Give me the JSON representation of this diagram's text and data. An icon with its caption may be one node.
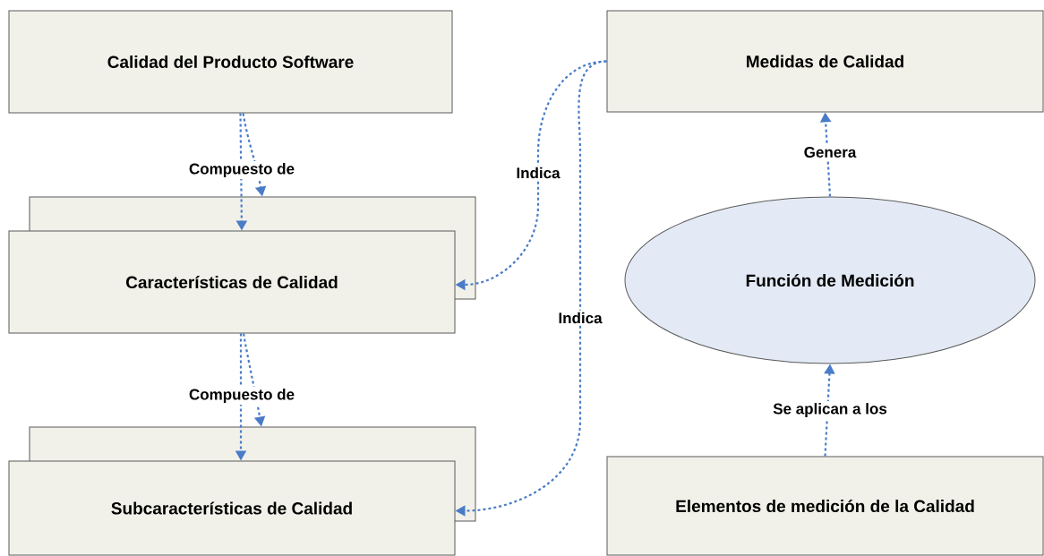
{
  "diagram": {
    "nodes": [
      {
        "text": [
          "Calidad del Producto Software"
        ]
      },
      {
        "text": [
          "Características de Calidad"
        ]
      },
      {
        "text": [
          "Subcaracterísticas de Calidad"
        ]
      },
      {
        "text": [
          "Medidas de Calidad"
        ]
      },
      {
        "text": [
          "Función de Medición"
        ]
      },
      {
        "text": [
          "Elementos de medición de la Calidad"
        ]
      }
    ],
    "edges": [
      {
        "from": 0,
        "to": 1,
        "arrow": "to",
        "label": "Compuesto de",
        "style": "dashed"
      },
      {
        "from": 0,
        "to": 1,
        "arrow": "to",
        "style": "dashed"
      },
      {
        "from": 1,
        "to": 2,
        "arrow": "to",
        "label": "Compuesto de",
        "style": "dashed"
      },
      {
        "from": 1,
        "to": 2,
        "arrow": "to",
        "style": "dashed"
      },
      {
        "from": 3,
        "to": 1,
        "arrow": "to",
        "label": "Indica",
        "style": "dashed"
      },
      {
        "from": 3,
        "to": 2,
        "arrow": "to",
        "label": "Indica",
        "style": "dashed"
      },
      {
        "from": 4,
        "to": 3,
        "arrow": "to",
        "label": "Genera",
        "style": "dashed"
      },
      {
        "from": 5,
        "to": 4,
        "arrow": "to",
        "label": "Se aplican a los",
        "style": "dashed"
      }
    ]
  }
}
